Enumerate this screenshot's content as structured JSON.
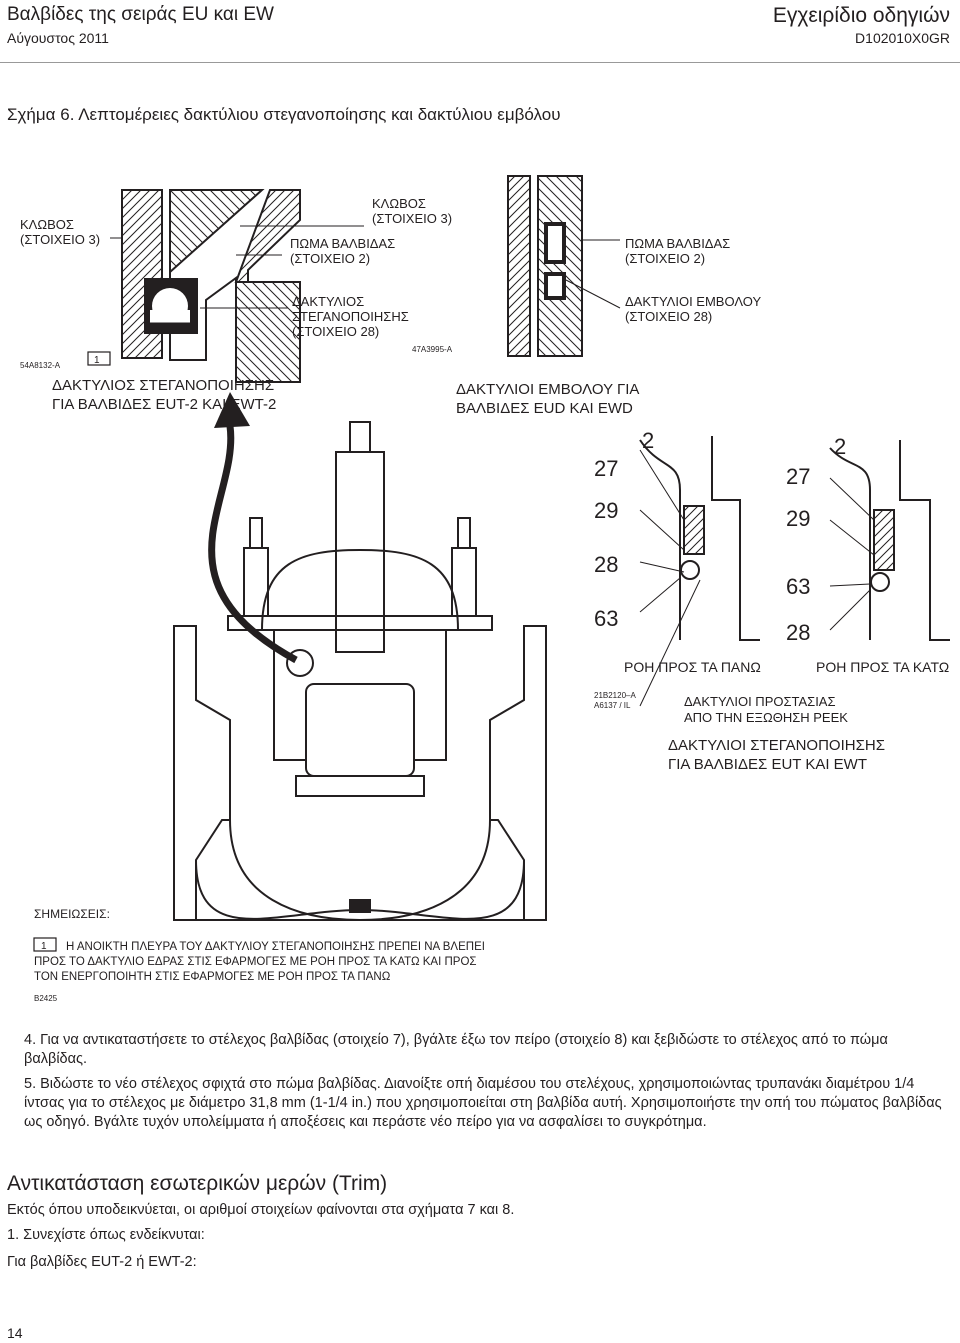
{
  "header": {
    "title": "Βαλβίδες της σειράς EU και EW",
    "date": "Αύγουστος 2011",
    "manual": "Εγχειρίδιο οδηγιών",
    "doc_id": "D102010X0GR"
  },
  "figure": {
    "caption": "Σχήμα 6. Λεπτομέρειες δακτύλιου στεγανοποίησης και δακτύλιου εμβόλου",
    "left_detail": {
      "bonnet_label": [
        "ΚΛΩΒΟΣ",
        "(ΣΤΟΙΧΕΙΟ 3)"
      ],
      "bonnet_label2": [
        "ΠΩΜΑ ΒΑΛΒΙΔΑΣ",
        "(ΣΤΟΙΧΕΙΟ 2)"
      ],
      "seal_label": [
        "ΔΑΚΤΥΛΙΟΣ",
        "ΣΤΕΓΑΝΟΠΟΙΗΣΗΣ",
        "(ΣΤΟΙΧΕΙΟ 28)"
      ],
      "code": "54A8132-A",
      "note_ref": "1",
      "title": [
        "ΔΑΚΤΥΛΙΟΣ ΣΤΕΓΑΝΟΠΟΙΗΣΗΣ",
        "ΓΙΑ ΒΑΛΒΙΔΕΣ EUT-2 ΚΑΙ EWT-2"
      ]
    },
    "right_detail": {
      "cage_label": [
        "ΚΛΩΒΟΣ",
        "(ΣΤΟΙΧΕΙΟ 3)"
      ],
      "bonnet_label": [
        "ΠΩΜΑ ΒΑΛΒΙΔΑΣ",
        "(ΣΤΟΙΧΕΙΟ 2)"
      ],
      "ring_label": [
        "ΔΑΚΤΥΛΙΟΙ ΕΜΒΟΛΟΥ",
        "(ΣΤΟΙΧΕΙΟ 28)"
      ],
      "code": "47A3995-A",
      "title": [
        "ΔΑΚΤΥΛΙΟΙ ΕΜΒΟΛΟΥ ΓΙΑ",
        "ΒΑΛΒΙΔΕΣ EUD ΚΑΙ EWD"
      ]
    },
    "flow_details": {
      "up": {
        "numbers": [
          "2",
          "27",
          "29",
          "28",
          "63"
        ],
        "label": "ΡΟΗ ΠΡΟΣ ΤΑ ΠΑΝΩ"
      },
      "down": {
        "numbers": [
          "2",
          "27",
          "29",
          "63",
          "28"
        ],
        "label": "ΡΟΗ ΠΡΟΣ ΤΑ ΚΑΤΩ"
      },
      "codes": [
        "21B2120–A",
        "A6137 / IL"
      ],
      "ring_label": [
        "ΔΑΚΤΥΛΙΟΙ ΠΡΟΣΤΑΣΙΑΣ",
        "ΑΠΟ ΤΗΝ ΕΞΩΘΗΣΗ PEEK"
      ],
      "title": [
        "ΔΑΚΤΥΛΙΟΙ ΣΤΕΓΑΝΟΠΟΙΗΣΗΣ",
        "ΓΙΑ ΒΑΛΒΙΔΕΣ EUT ΚΑΙ EWT"
      ]
    },
    "notes": {
      "heading": "ΣΗΜΕΙΩΣΕΙΣ:",
      "ref": "1",
      "lines": [
        "Η ΑΝΟΙΚΤΗ ΠΛΕΥΡΑ ΤΟΥ ΔΑΚΤΥΛΙΟΥ ΣΤΕΓΑΝΟΠΟΙΗΣΗΣ ΠΡΕΠΕΙ ΝΑ ΒΛΕΠΕΙ",
        "ΠΡΟΣ ΤΟ ΔΑΚΤΥΛΙΟ ΕΔΡΑΣ ΣΤΙΣ ΕΦΑΡΜΟΓΕΣ ΜΕ ΡΟΗ ΠΡΟΣ ΤΑ ΚΑΤΩ ΚΑΙ ΠΡΟΣ",
        "ΤΟΝ ΕΝΕΡΓΟΠΟΙΗΤΗ ΣΤΙΣ ΕΦΑΡΜΟΓΕΣ ΜΕ ΡΟΗ ΠΡΟΣ ΤΑ ΠΑΝΩ"
      ],
      "code": "B2425"
    }
  },
  "body": {
    "step4": "4. Για να αντικαταστήσετε το στέλεχος βαλβίδας (στοιχείο 7), βγάλτε έξω τον πείρο (στοιχείο 8) και ξεβιδώστε το στέλεχος από το πώμα βαλβίδας.",
    "step5": "5. Βιδώστε το νέο στέλεχος σφιχτά στο πώμα βαλβίδας. Διανοίξτε οπή διαμέσου του στελέχους, χρησιμοποιώντας τρυπανάκι διαμέτρου 1/4 ίντσας για το στέλεχος με διάμετρο 31,8 mm (1-1/4 in.) που χρησιμοποιείται στη βαλβίδα αυτή. Χρησιμοποιήστε την οπή του πώματος βαλβίδας ως οδηγό. Βγάλτε τυχόν υπολείμματα ή αποξέσεις και περάστε νέο πείρο για να ασφαλίσει το συγκρότημα.",
    "section_heading": "Αντικατάσταση εσωτερικών μερών (Trim)",
    "intro": "Εκτός όπου υποδεικνύεται, οι αριθμοί στοιχείων φαίνονται στα σχήματα 7 και 8.",
    "item1": "1. Συνεχίστε όπως ενδείκνυται:",
    "subhead": "Για βαλβίδες EUT-2 ή EWT-2:"
  },
  "page_number": "14"
}
